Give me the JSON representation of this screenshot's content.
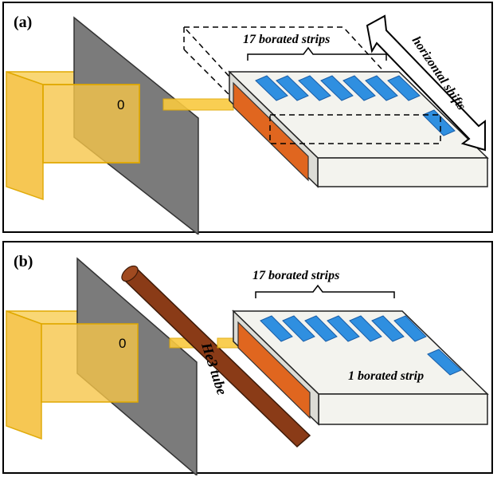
{
  "panel_a": {
    "label": "(a)",
    "strips_label": "17 borated strips",
    "shift_label": "horizontal shifts",
    "source_marker": "0"
  },
  "panel_b": {
    "label": "(b)",
    "strips_label": "17 borated strips",
    "single_strip_label": "1 borated strip",
    "tube_label": "He3 tube",
    "source_marker": "0"
  },
  "colors": {
    "source_box": "#f6c54a",
    "source_edge": "#e0a800",
    "shield": "#7b7b7b",
    "strip": "#2f8fe0",
    "slab_top": "#f3f3ee",
    "orange_face": "#e0661f",
    "tube": "#8a3b17"
  }
}
